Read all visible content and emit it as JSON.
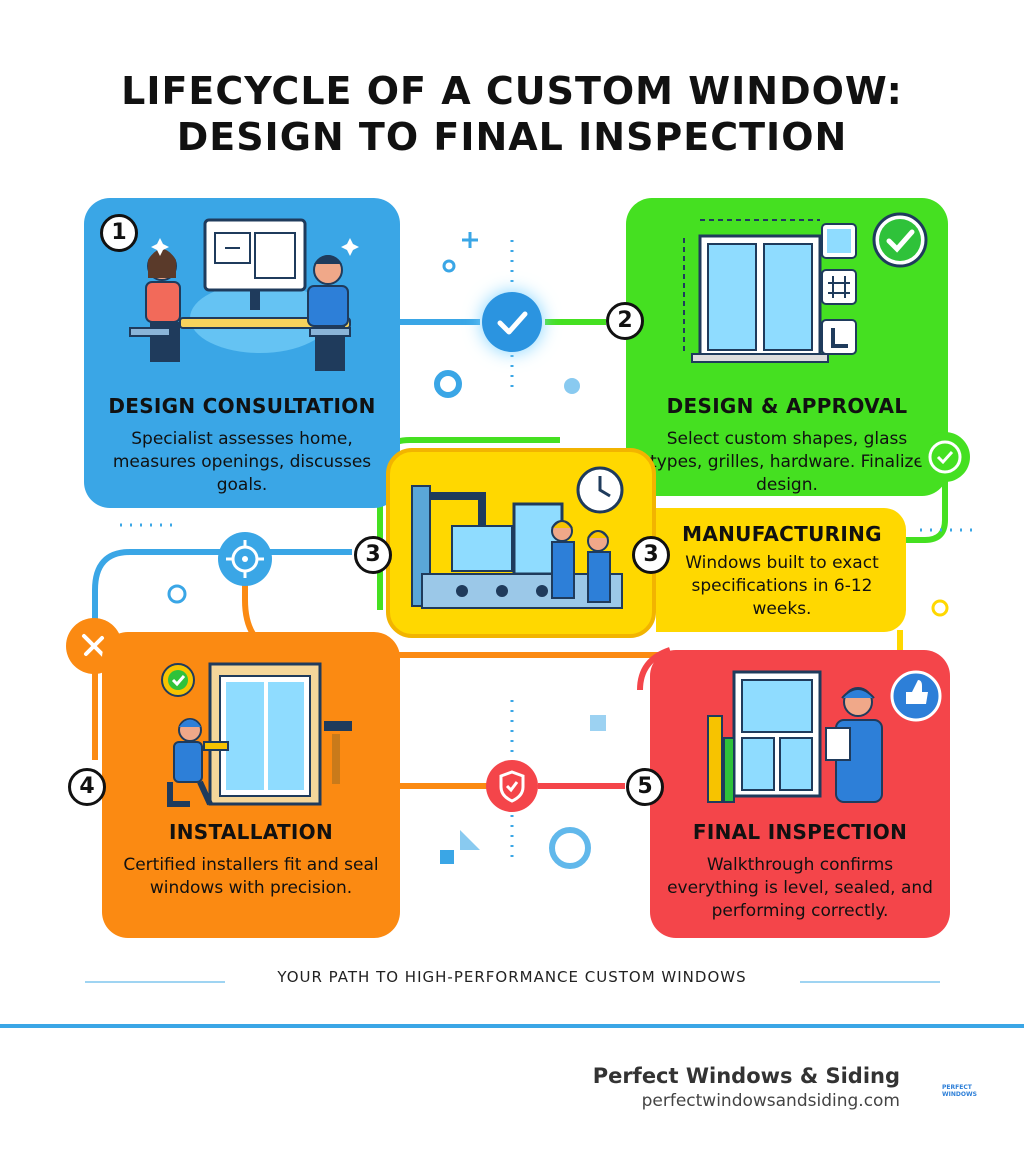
{
  "title": {
    "line1": "LIFECYCLE OF A CUSTOM WINDOW:",
    "line2": "DESIGN TO FINAL INSPECTION"
  },
  "steps": [
    {
      "number": "1",
      "heading": "DESIGN CONSULTATION",
      "body": "Specialist assesses home, measures openings, discusses goals.",
      "color": "#3aa6e6"
    },
    {
      "number": "2",
      "heading": "DESIGN & APPROVAL",
      "body": "Select custom shapes, glass types, grilles, hardware. Finalize design.",
      "color": "#45e021"
    },
    {
      "number": "3",
      "heading": "MANUFACTURING",
      "body": "Windows built to exact specifications in 6-12 weeks.",
      "color": "#ffd800"
    },
    {
      "number": "4",
      "heading": "INSTALLATION",
      "body": "Certified installers fit and seal windows with precision.",
      "color": "#fb8a12"
    },
    {
      "number": "5",
      "heading": "FINAL INSPECTION",
      "body": "Walkthrough confirms everything is level, sealed, and performing correctly.",
      "color": "#f4454a"
    }
  ],
  "footer": {
    "tagline": "YOUR PATH TO HIGH-PERFORMANCE CUSTOM WINDOWS",
    "brand_name": "Perfect Windows & Siding",
    "brand_url": "perfectwindowsandsiding.com",
    "logo_text": "PERFECT WINDOWS"
  },
  "icons": {
    "check": "check-icon",
    "target": "target-icon",
    "wrench": "wrench-icon",
    "shield": "shield-check-icon",
    "thumbs": "thumbs-up-icon",
    "clock": "clock-icon"
  },
  "colors": {
    "accent_blue": "#3aa6e6",
    "divider": "#3aa6e6"
  }
}
